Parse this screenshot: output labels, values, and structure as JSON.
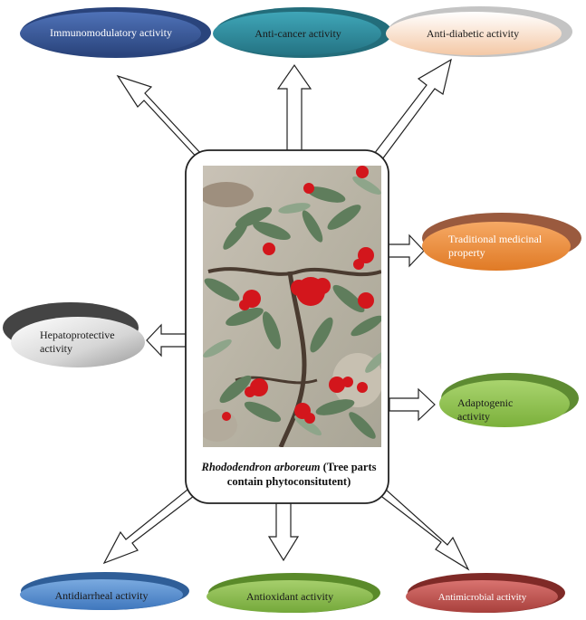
{
  "center": {
    "caption_species": "Rhododendron arboreum",
    "caption_rest": " (Tree parts contain phytoconsitutent)"
  },
  "properties": {
    "immunomodulatory": "Immunomodulatory activity",
    "anticancer": "Anti-cancer activity",
    "antidiabetic": "Anti-diabetic activity",
    "traditional": "Traditional medicinal property",
    "hepatoprotective": "Hepatoprotective activity",
    "adaptogenic": "Adaptogenic activity",
    "antidiarrheal": "Antidiarrheal activity",
    "antioxidant": "Antioxidant activity",
    "antimicrobial": "Antimicrobial activity"
  },
  "colors": {
    "immunomodulatory": "#3a5a9c",
    "anticancer": "#2f8ea0",
    "antidiabetic": "#f3c7a6",
    "traditional": "#e8893b",
    "hepatoprotective": "#6a6a6a",
    "adaptogenic": "#8cc04d",
    "antidiarrheal": "#4f86c6",
    "antioxidant": "#86b64a",
    "antimicrobial": "#c0504d"
  }
}
